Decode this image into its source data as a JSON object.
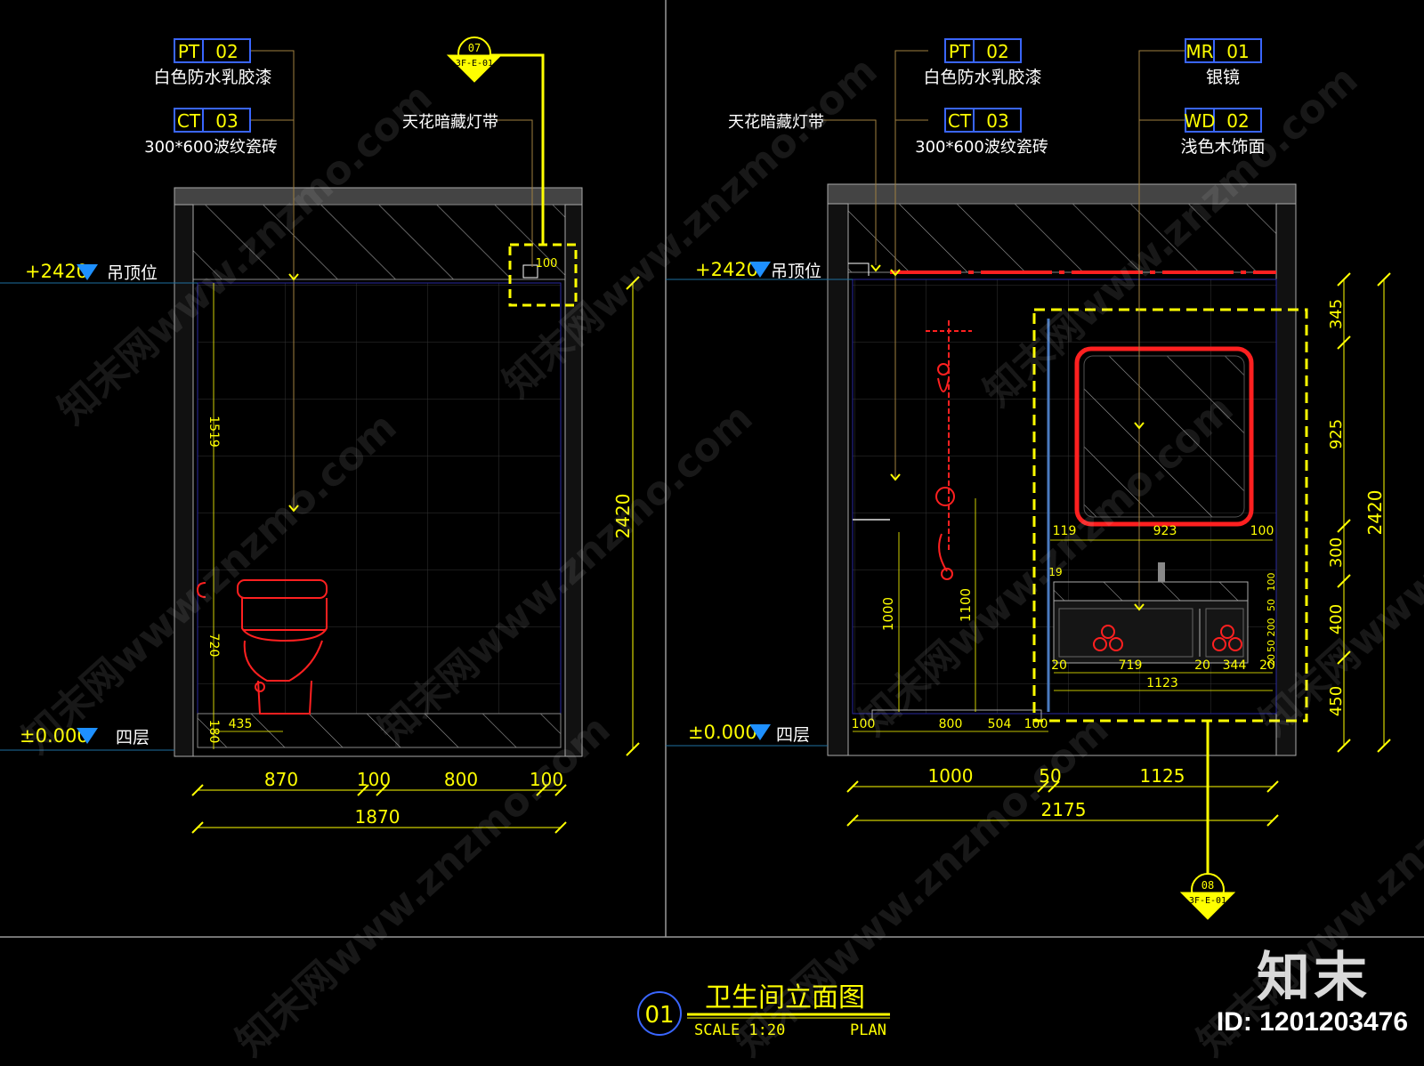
{
  "colors": {
    "background": "#000000",
    "dimension": "#ffff00",
    "label_box": "#3a66ff",
    "fixture": "#ff2020",
    "structure": "#808080",
    "level_marker": "#1e90ff",
    "leader": "#a08040"
  },
  "left_elevation": {
    "tags": [
      {
        "code": "PT",
        "num": "02",
        "desc": "白色防水乳胶漆"
      },
      {
        "code": "CT",
        "num": "03",
        "desc": "300*600波纹瓷砖"
      }
    ],
    "light_label": "天花暗藏灯带",
    "detail_callout": {
      "num": "07",
      "sheet": "3F-E-01"
    },
    "ceiling_level": {
      "value": "+2420",
      "label": "吊顶位"
    },
    "floor_level": {
      "value": "±0.000",
      "label": "四层"
    },
    "small_dim": "100",
    "vertical_dims": {
      "total": "2420",
      "upper": "1519",
      "middle": "720",
      "lower": "180"
    },
    "offset_dim": "435",
    "horizontal_dims": [
      "870",
      "100",
      "800",
      "100"
    ],
    "overall_width": "1870"
  },
  "right_elevation": {
    "tags": [
      {
        "code": "PT",
        "num": "02",
        "desc": "白色防水乳胶漆"
      },
      {
        "code": "CT",
        "num": "03",
        "desc": "300*600波纹瓷砖"
      },
      {
        "code": "MR",
        "num": "01",
        "desc": "银镜"
      },
      {
        "code": "WD",
        "num": "02",
        "desc": "浅色木饰面"
      }
    ],
    "light_label": "天花暗藏灯带",
    "detail_callout": {
      "num": "08",
      "sheet": "3F-E-01"
    },
    "ceiling_level": {
      "value": "+2420",
      "label": "吊顶位"
    },
    "floor_level": {
      "value": "±0.000",
      "label": "四层"
    },
    "vertical_dims": [
      "345",
      "925",
      "300",
      "400",
      "450"
    ],
    "vertical_total": "2420",
    "shower_dims": [
      "1000",
      "1100"
    ],
    "mirror_dims": [
      "119",
      "923",
      "100"
    ],
    "vanity_dims": [
      "20",
      "719",
      "20",
      "344",
      "20"
    ],
    "vanity_total": "1123",
    "side_small_dims": [
      "19",
      "100",
      "50",
      "200",
      "50",
      "20"
    ],
    "floor_dims": [
      "100",
      "800",
      "504",
      "100"
    ],
    "horizontal_dims": [
      "1000",
      "50",
      "1125"
    ],
    "overall_width": "2175"
  },
  "title_block": {
    "number": "01",
    "title": "卫生间立面图",
    "scale": "SCALE 1:20",
    "type": "PLAN"
  },
  "branding": {
    "logo": "知末",
    "id": "ID: 1201203476",
    "watermark": "知末网www.znzmo.com"
  }
}
